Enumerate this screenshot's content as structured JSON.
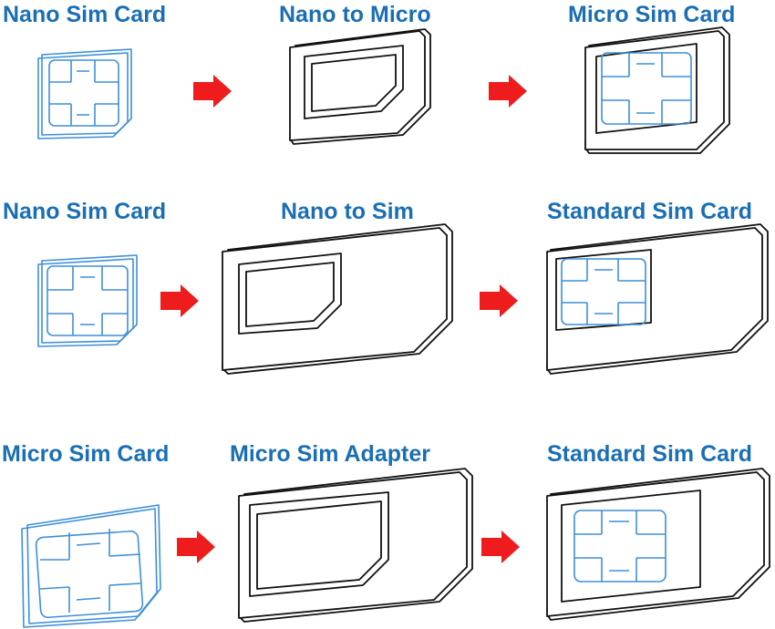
{
  "rows": [
    {
      "source_label": "Nano Sim Card",
      "adapter_label": "Nano to Micro",
      "result_label": "Micro Sim Card"
    },
    {
      "source_label": "Nano Sim Card",
      "adapter_label": "Nano to Sim",
      "result_label": "Standard Sim Card"
    },
    {
      "source_label": "Micro Sim Card",
      "adapter_label": "Micro Sim Adapter",
      "result_label": "Standard Sim Card"
    }
  ],
  "colors": {
    "label": "#1a6fb4",
    "sim_outline": "#3d8fd9",
    "adapter_outline": "#111111",
    "arrow": "#ee1c1c"
  }
}
